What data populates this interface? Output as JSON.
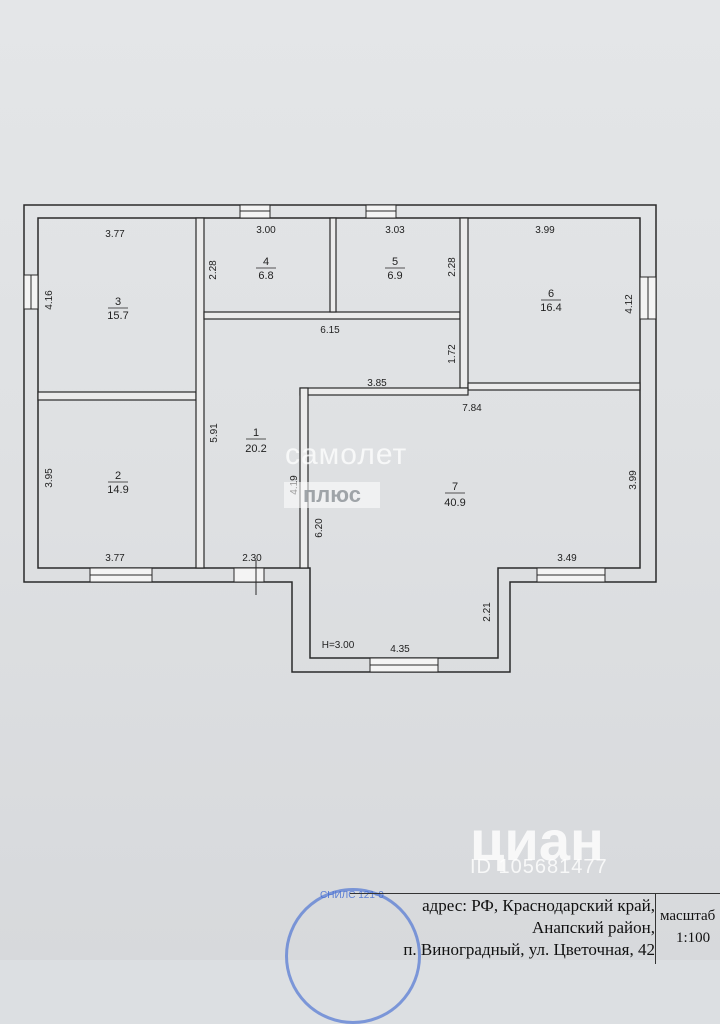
{
  "plan": {
    "rooms": [
      {
        "number": "1",
        "area": "20.2"
      },
      {
        "number": "2",
        "area": "14.9"
      },
      {
        "number": "3",
        "area": "15.7"
      },
      {
        "number": "4",
        "area": "6.8"
      },
      {
        "number": "5",
        "area": "6.9"
      },
      {
        "number": "6",
        "area": "16.4"
      },
      {
        "number": "7",
        "area": "40.9"
      }
    ],
    "dimensions": [
      "3.77",
      "3.00",
      "3.03",
      "3.99",
      "2.28",
      "2.28",
      "4.16",
      "4.12",
      "6.15",
      "1.72",
      "3.85",
      "7.84",
      "5.91",
      "3.95",
      "4.19",
      "6.20",
      "3.99",
      "3.77",
      "2.30",
      "3.49",
      "2.21",
      "4.35"
    ],
    "height": "H=3.00"
  },
  "watermarks": {
    "samolet": "самолет",
    "samolet_plus": "плюс",
    "cian": "циан",
    "cian_id": "ID 105681477"
  },
  "stamp": {
    "text": "СНИЛС 121-0"
  },
  "title_block": {
    "address_line1": "адрес: РФ, Краснодарский край,",
    "address_line2": "Анапский район,",
    "address_line3": "п. Виноградный, ул. Цветочная, 42",
    "scale_label": "масштаб",
    "scale_value": "1:100"
  }
}
